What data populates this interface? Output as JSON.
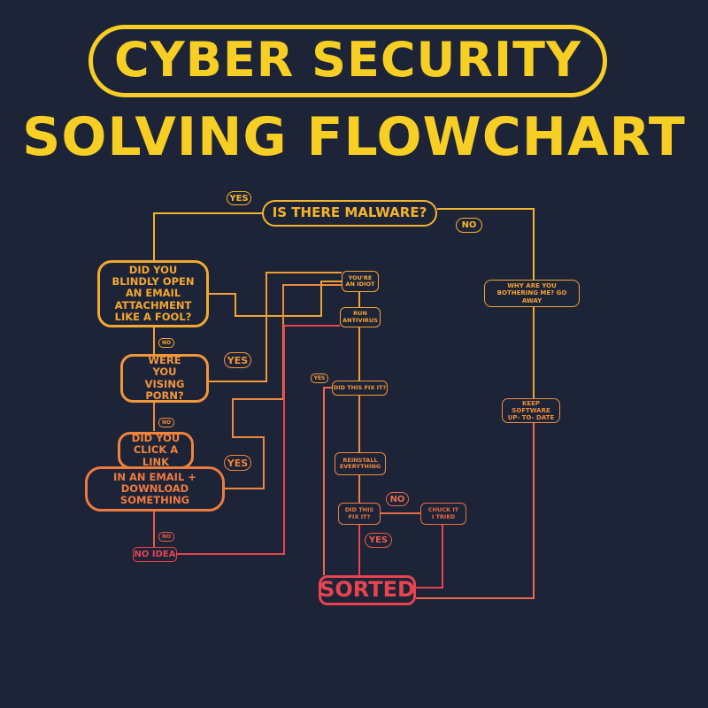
{
  "title": {
    "line1": "CYBER SECURITY",
    "line2": "SOLVING FLOWCHART"
  },
  "nodes": {
    "malware": "IS THERE MALWARE?",
    "email_attachment": "DID YOU BLINDLY OPEN AN EMAIL ATTACHMENT LIKE A FOOL?",
    "porn": "WERE YOU VISING PORN?",
    "click_link": "DID YOU CLICK A LINK",
    "download": "IN AN EMAIL + DOWNLOAD SOMETHING",
    "no_idea": "NO IDEA",
    "idiot": "YOU'RE AN IDIOT",
    "antivirus": "RUN ANTIVIRUS",
    "fix1": "DID THIS FIX IT?",
    "reinstall": "REINSTALL EVERYTHING",
    "fix2": "DID THIS FIX IT?",
    "chuck": "CHUCK IT I TRIED",
    "sorted": "SORTED",
    "bothering": "WHY ARE YOU BOTHERING ME? GO AWAY",
    "update": "KEEP SOFTWARE UP- TO- DATE"
  },
  "edge_labels": {
    "yes_malware": "YES",
    "no_malware": "NO",
    "no_attachment": "NO",
    "yes_porn": "YES",
    "no_porn": "NO",
    "yes_link": "YES",
    "no_link": "NO",
    "yes_fix1": "YES",
    "no_fix2": "NO",
    "yes_fix2": "YES"
  },
  "colors": {
    "background": "#1d2438",
    "title": "#f7cf24",
    "gradient_top": "#f5b52c",
    "gradient_mid": "#f08a3a",
    "gradient_bottom": "#e8434f"
  }
}
